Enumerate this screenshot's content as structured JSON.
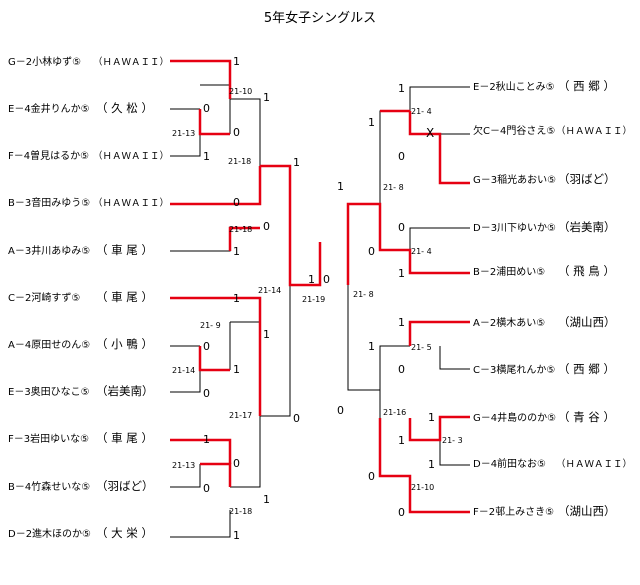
{
  "title": "5年女子シングルス",
  "colors": {
    "win_line": "#e60012",
    "line": "#000000"
  },
  "left_players": [
    {
      "name": "G－2小林ゆず⑤",
      "team": "（ＨＡＷＡＩＩ）",
      "wide": true
    },
    {
      "name": "E－4金井りんか⑤",
      "team": "（ 久 松 ）",
      "wide": false
    },
    {
      "name": "F－4曽見はるか⑤",
      "team": "（ＨＡＷＡＩＩ）",
      "wide": true
    },
    {
      "name": "B－3音田みゆう⑤",
      "team": "（ＨＡＷＡＩＩ）",
      "wide": true
    },
    {
      "name": "A－3井川あゆみ⑤",
      "team": "（ 車 尾 ）",
      "wide": false
    },
    {
      "name": "C－2河崎すず⑤",
      "team": "（ 車 尾 ）",
      "wide": false
    },
    {
      "name": "A－4原田せのん⑤",
      "team": "（ 小 鴨 ）",
      "wide": false
    },
    {
      "name": "E－3奥田ひなこ⑤",
      "team": "（岩美南）",
      "wide": false
    },
    {
      "name": "F－3岩田ゆいな⑤",
      "team": "（ 車 尾 ）",
      "wide": false
    },
    {
      "name": "B－4竹森せいな⑤",
      "team": "（羽ばど）",
      "wide": false
    },
    {
      "name": "D－2進木ほのか⑤",
      "team": "（ 大 栄 ）",
      "wide": false
    }
  ],
  "right_players": [
    {
      "name": "E－2秋山ことみ⑤",
      "team": "（ 西 郷 ）",
      "wide": false
    },
    {
      "name": "欠C－4門谷さえ⑤",
      "team": "（ＨＡＷＡＩＩ）",
      "wide": true
    },
    {
      "name": "G－3稲光あおい⑤",
      "team": "（羽ばど）",
      "wide": false
    },
    {
      "name": "D－3川下ゆいか⑤",
      "team": "（岩美南）",
      "wide": false
    },
    {
      "name": "B－2浦田めい⑤",
      "team": "（ 飛 鳥 ）",
      "wide": false
    },
    {
      "name": "A－2横木あい⑤",
      "team": "（湖山西）",
      "wide": false
    },
    {
      "name": "C－3横尾れんか⑤",
      "team": "（ 西 郷 ）",
      "wide": false
    },
    {
      "name": "G－4井島ののか⑤",
      "team": "（ 青 谷 ）",
      "wide": false
    },
    {
      "name": "D－4前田なお⑤",
      "team": "（ＨＡＷＡＩＩ）",
      "wide": true
    },
    {
      "name": "F－2邨上みさき⑤",
      "team": "（湖山西）",
      "wide": false
    }
  ],
  "scores": [
    "21-10",
    "21-13",
    "21-18",
    "21-18",
    "21- 9",
    "21-14",
    "21-17",
    "21-13",
    "21-18",
    "21-14",
    "21-19",
    "21- 4",
    "21- 8",
    "21- 4",
    "21- 8",
    "21- 5",
    "21-16",
    "21- 3",
    "21-10"
  ],
  "games": [
    "1",
    "0",
    "1",
    "0",
    "1",
    "0",
    "1",
    "0",
    "1",
    "1",
    "1",
    "0",
    "0",
    "1",
    "1",
    "0",
    "1",
    "0",
    "0",
    "1",
    "1",
    "0",
    "1",
    "0",
    "1",
    "1",
    "0",
    "0",
    "1",
    "1",
    "1",
    "0",
    "0",
    "1",
    "1",
    "1",
    "0",
    "0",
    "1",
    "1"
  ],
  "walkover_mark": "X"
}
